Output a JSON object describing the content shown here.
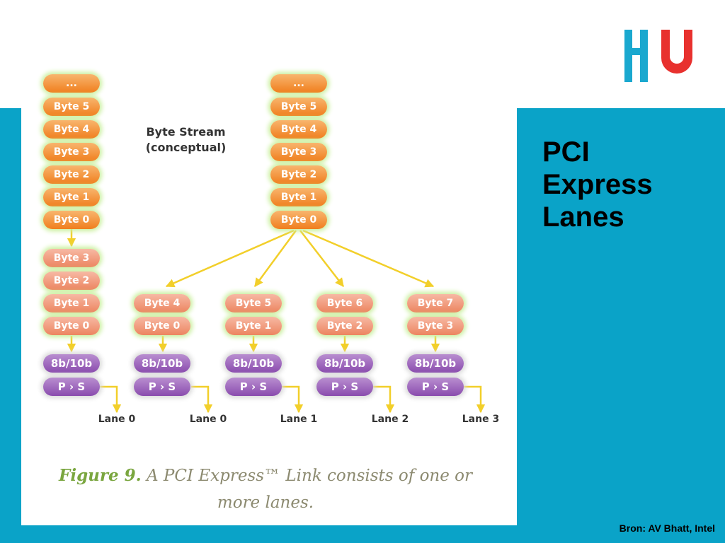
{
  "slide": {
    "title_lines": [
      "PCI",
      "Express",
      "Lanes"
    ],
    "source": "Bron: AV Bhatt, Intel"
  },
  "figure": {
    "stream_label": [
      "Byte Stream",
      "(conceptual)"
    ],
    "stream": [
      "...",
      "Byte 5",
      "Byte 4",
      "Byte 3",
      "Byte 2",
      "Byte 1",
      "Byte 0"
    ],
    "single_lane_bytes": [
      "Byte 3",
      "Byte 2",
      "Byte 1",
      "Byte 0"
    ],
    "multi_lane_bytes": [
      [
        "Byte 4",
        "Byte 0"
      ],
      [
        "Byte 5",
        "Byte 1"
      ],
      [
        "Byte 6",
        "Byte 2"
      ],
      [
        "Byte 7",
        "Byte 3"
      ]
    ],
    "encoder_label": "8b/10b",
    "serializer_label": "P › S",
    "lane_labels": [
      "Lane 0",
      "Lane 0",
      "Lane 1",
      "Lane 2",
      "Lane 3"
    ],
    "caption_figure": "Figure 9.",
    "caption_text": "A PCI Express™ Link consists of one or more lanes."
  },
  "colors": {
    "band": "#0aa3c8",
    "byte_orange": "#f07f1e",
    "byte_salmon": "#ec8560",
    "encoder_purple": "#8a4cae",
    "arrow": "#f2cf2a"
  },
  "logo": {
    "name": "hu-logo",
    "colors": [
      "#1aa8cf",
      "#e8312e"
    ]
  }
}
